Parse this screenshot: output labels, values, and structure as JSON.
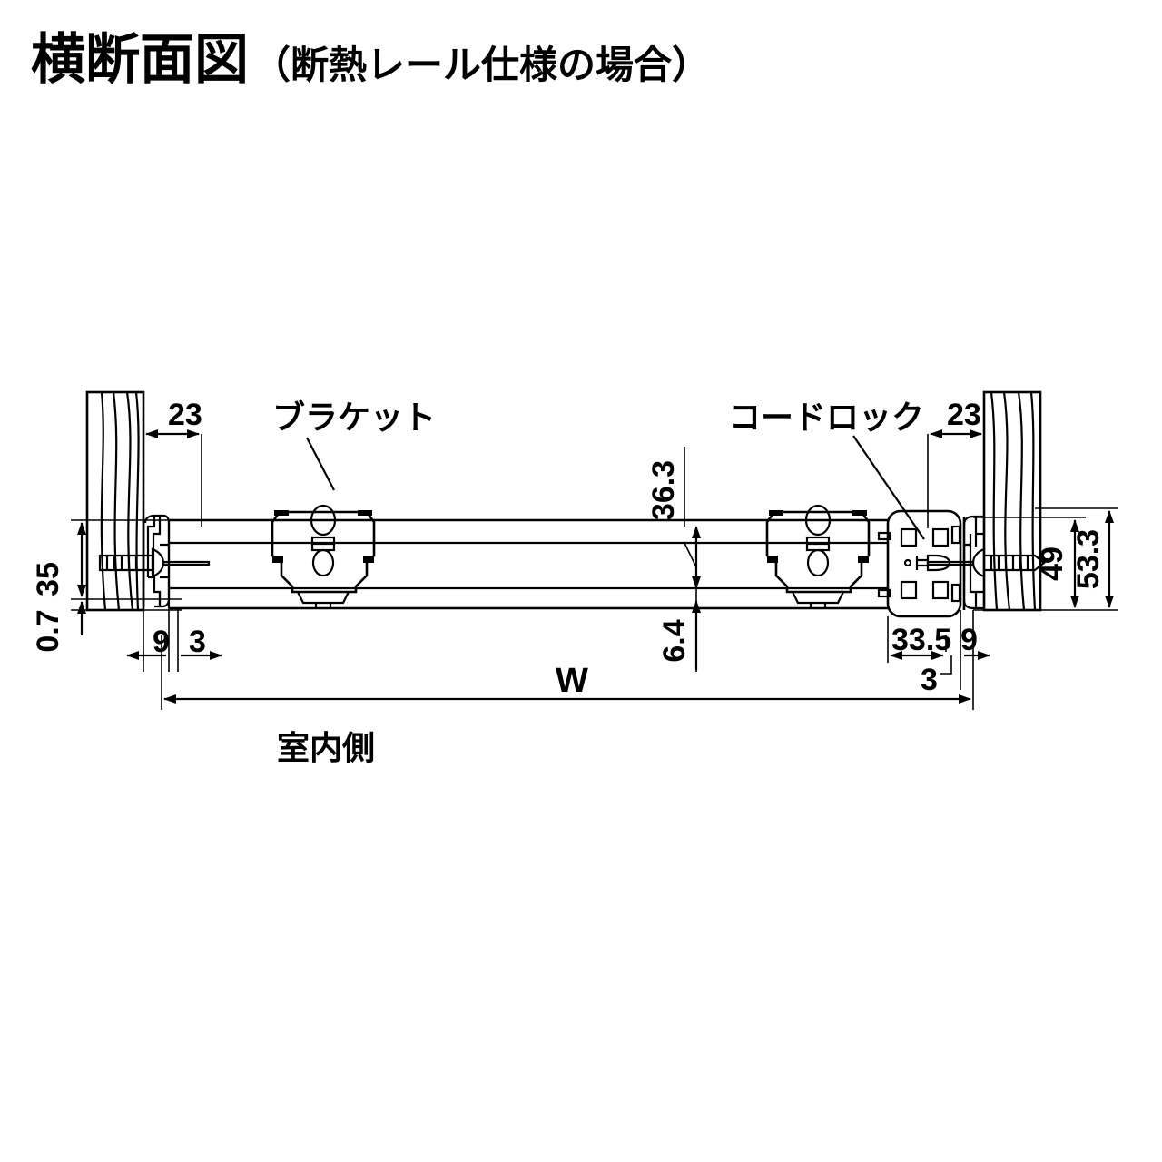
{
  "title": {
    "main": "横断面図",
    "sub": "（断熱レール仕様の場合）"
  },
  "labels": {
    "bracket": "ブラケット",
    "cord_lock": "コードロック",
    "indoor_side": "室内側"
  },
  "dimensions": {
    "left_wall_gap": "23",
    "right_wall_gap": "23",
    "left_height": "35",
    "left_bottom_offset": "0.7",
    "left_offset_9": "9",
    "left_offset_3": "3",
    "rail_upper": "36.3",
    "rail_lower": "6.4",
    "right_height_49": "49",
    "right_height_53_3": "53.3",
    "cordlock_width": "33.5",
    "right_offset_9": "9",
    "right_offset_3": "3",
    "overall_width": "W"
  },
  "chart_data": {
    "type": "diagram",
    "title": "横断面図（断熱レール仕様の場合）",
    "subject": "カーテンレール断熱レール仕様 横断面図",
    "annotations": [
      {
        "name": "bracket",
        "label": "ブラケット",
        "kind": "leader-label"
      },
      {
        "name": "cord-lock",
        "label": "コードロック",
        "kind": "leader-label"
      },
      {
        "name": "indoor-side",
        "label": "室内側",
        "kind": "plain-label"
      }
    ],
    "measurements": [
      {
        "name": "left-wall-gap",
        "value": "23",
        "unit": "mm",
        "orientation": "horizontal"
      },
      {
        "name": "right-wall-gap",
        "value": "23",
        "unit": "mm",
        "orientation": "horizontal"
      },
      {
        "name": "left-bracket-height",
        "value": "35",
        "unit": "mm",
        "orientation": "vertical"
      },
      {
        "name": "left-bottom-offset",
        "value": "0.7",
        "unit": "mm",
        "orientation": "vertical"
      },
      {
        "name": "left-offset-a",
        "value": "9",
        "unit": "mm",
        "orientation": "horizontal"
      },
      {
        "name": "left-offset-b",
        "value": "3",
        "unit": "mm",
        "orientation": "horizontal"
      },
      {
        "name": "rail-upper-height",
        "value": "36.3",
        "unit": "mm",
        "orientation": "vertical"
      },
      {
        "name": "rail-lower-height",
        "value": "6.4",
        "unit": "mm",
        "orientation": "vertical"
      },
      {
        "name": "right-height-inner",
        "value": "49",
        "unit": "mm",
        "orientation": "vertical"
      },
      {
        "name": "right-height-outer",
        "value": "53.3",
        "unit": "mm",
        "orientation": "vertical"
      },
      {
        "name": "cordlock-width",
        "value": "33.5",
        "unit": "mm",
        "orientation": "horizontal"
      },
      {
        "name": "right-offset-a",
        "value": "9",
        "unit": "mm",
        "orientation": "horizontal"
      },
      {
        "name": "right-offset-b",
        "value": "3",
        "unit": "mm",
        "orientation": "horizontal"
      },
      {
        "name": "overall-width",
        "value": "W",
        "unit": "",
        "orientation": "horizontal"
      }
    ],
    "colors": {
      "line": "#000000",
      "background": "#ffffff"
    }
  }
}
